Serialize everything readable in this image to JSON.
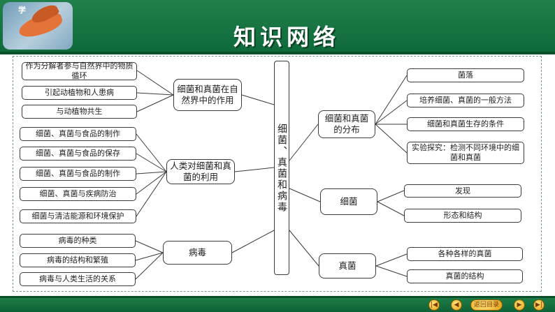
{
  "header": {
    "title": "知识网络",
    "logo_text": "学"
  },
  "center": {
    "label": "细菌、真菌和病毒"
  },
  "left_groups": [
    {
      "label": "细菌和真菌在自然界中的作用",
      "items": [
        "作为分解者参与自然界中的物质循环",
        "引起动植物和人患病",
        "与动植物共生"
      ]
    },
    {
      "label": "人类对细菌和真菌的利用",
      "items": [
        "细菌、真菌与食品的制作",
        "细菌、真菌与食品的保存",
        "细菌、真菌与食品的制作",
        "细菌、真菌与疾病防治",
        "细菌与清洁能源和环境保护"
      ]
    },
    {
      "label": "病毒",
      "items": [
        "病毒的种类",
        "病毒的结构和繁殖",
        "病毒与人类生活的关系"
      ]
    }
  ],
  "right_groups": [
    {
      "label": "细菌和真菌的分布",
      "items": [
        "菌落",
        "培养细菌、真菌的一般方法",
        "细菌和真菌生存的条件",
        "实验探究：检测不同环境中的细菌和真菌"
      ]
    },
    {
      "label": "细菌",
      "items": [
        "发现",
        "形态和结构"
      ]
    },
    {
      "label": "真菌",
      "items": [
        "各种各样的真菌",
        "真菌的结构"
      ]
    }
  ],
  "footer": {
    "back_label": "返回目录",
    "first_icon": "first-page-icon",
    "prev_icon": "prev-page-icon",
    "next_icon": "next-page-icon",
    "last_icon": "last-page-icon"
  },
  "colors": {
    "header": "#1a7a45",
    "footer": "#137040",
    "button": "#f0b62a"
  }
}
